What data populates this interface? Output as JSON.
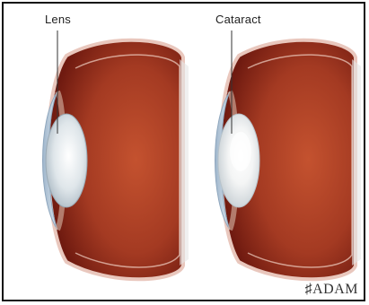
{
  "labels": {
    "left": "Lens",
    "right": "Cataract"
  },
  "credit": "♯ADAM",
  "colors": {
    "sclera_outer": "#b8442a",
    "sclera_inner": "#6f1a10",
    "rim": "#f3d6cd",
    "cornea": "#b9cde0",
    "lens_clear": "#e9eef2",
    "lens_cloudy": "#f2f3f3"
  }
}
